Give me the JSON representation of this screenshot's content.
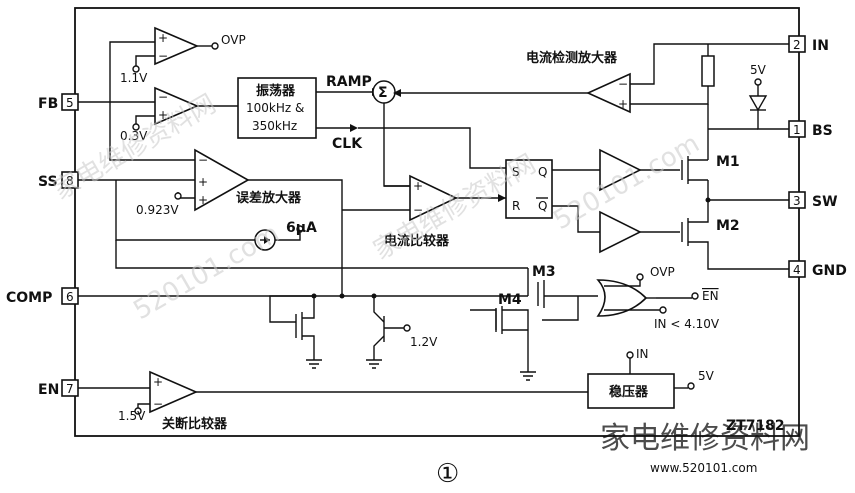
{
  "pins": {
    "fb": {
      "name": "FB",
      "num": "5"
    },
    "ss": {
      "name": "SS",
      "num": "8"
    },
    "comp": {
      "name": "COMP",
      "num": "6"
    },
    "en": {
      "name": "EN",
      "num": "7"
    },
    "in": {
      "name": "IN",
      "num": "2"
    },
    "bs": {
      "name": "BS",
      "num": "1"
    },
    "sw": {
      "name": "SW",
      "num": "3"
    },
    "gnd": {
      "name": "GND",
      "num": "4"
    }
  },
  "labels": {
    "ovp_top": "OVP",
    "v1_1": "1.1V",
    "v0_3": "0.3V",
    "v0_923": "0.923V",
    "v1_5": "1.5V",
    "v1_2": "1.2V",
    "v5_top": "5V",
    "v5_reg": "5V",
    "in_reg": "IN",
    "ramp": "RAMP",
    "clk": "CLK",
    "sum": "Σ",
    "osc_title": "振荡器",
    "osc_f1": "100kHz &",
    "osc_f2": "350kHz",
    "current_sense_amp": "电流检测放大器",
    "error_amp": "误差放大器",
    "current_comp": "电流比较器",
    "shutdown_comp": "关断比较器",
    "regulator": "稳压器",
    "current_source": "6μA",
    "m1": "M1",
    "m2": "M2",
    "m3": "M3",
    "m4": "M4",
    "latch_s": "S",
    "latch_r": "R",
    "latch_q": "Q",
    "latch_qb": "Q",
    "ovp_gate": "OVP",
    "en_bar": "EN",
    "in_lt": "IN < 4.10V",
    "chip": "ZT7182",
    "figure_no": "①"
  },
  "watermark": {
    "brand": "家电维修资料网",
    "url": "520101.com",
    "domain": "www.520101.com"
  }
}
